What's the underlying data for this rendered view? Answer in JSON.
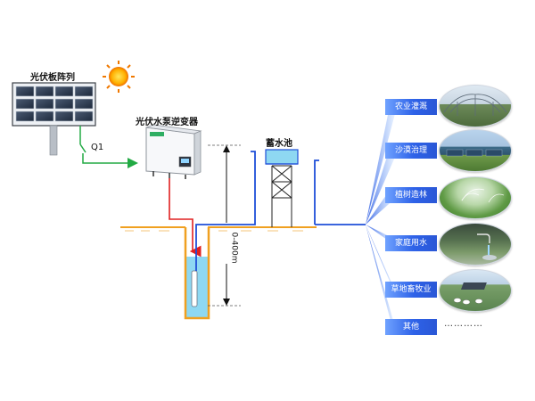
{
  "labels": {
    "pv_array": "光伏板阵列",
    "switch": "Q1",
    "inverter": "光伏水泵逆变器",
    "reservoir": "蓄水池",
    "depth": "0-400m"
  },
  "applications": [
    {
      "label": "农业灌溉",
      "icon": "greenhouse-photo"
    },
    {
      "label": "沙漠治理",
      "icon": "desert-panels-photo"
    },
    {
      "label": "植树造林",
      "icon": "sprinkler-field-photo"
    },
    {
      "label": "家庭用水",
      "icon": "household-faucet-photo"
    },
    {
      "label": "草地畜牧业",
      "icon": "pasture-photo"
    },
    {
      "label": "其他",
      "icon": "none"
    }
  ],
  "ellipsis": "…………",
  "colors": {
    "dc_line": "#22aa44",
    "ac_line": "#e02020",
    "water_pipe": "#1f4fd8",
    "ground": "#f0a020",
    "water": "#8ed8f2",
    "sun": "#f5a000"
  }
}
